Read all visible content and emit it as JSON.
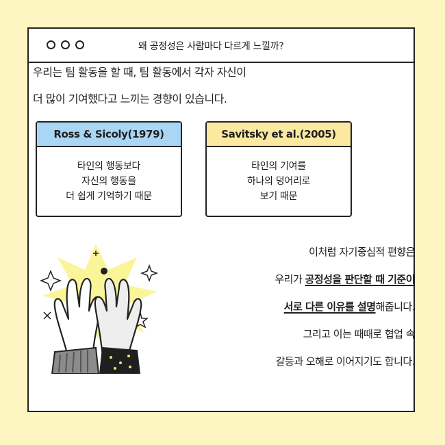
{
  "window": {
    "title": "왜 공정성은 사람마다 다르게 느낄까?"
  },
  "intro": {
    "line1": "우리는 팀 활동을 할 때, 팀 활동에서 각자 자신이",
    "line2": "더 많이 기여했다고 느끼는 경향이 있습니다."
  },
  "cards": [
    {
      "title": "Ross & Sicoly(1979)",
      "lines": [
        "타인의 행동보다",
        "자신의 행동을",
        "더 쉽게 기억하기 때문"
      ]
    },
    {
      "title": "Savitsky et al.(2005)",
      "lines": [
        "타인의 기여를",
        "하나의 덩어리로",
        "보기 때문"
      ]
    }
  ],
  "closing": {
    "line1": "이처럼 자기중심적 편향은",
    "line2_a": "우리가 ",
    "line2_b": "공정성을 판단할 때 기준이",
    "line3_a": "서로 다른 이유를 설명",
    "line3_b": "해줍니다.",
    "line4": "그리고 이는 때때로 협업 속",
    "line5": "갈등과 오해로 이어지기도 합니다."
  },
  "colors": {
    "background": "#fdf6c3",
    "card_left_header": "#a9d6f5",
    "card_right_header": "#fbe9a0"
  },
  "icons": {
    "illustration": "high-five-hands-illustration"
  }
}
